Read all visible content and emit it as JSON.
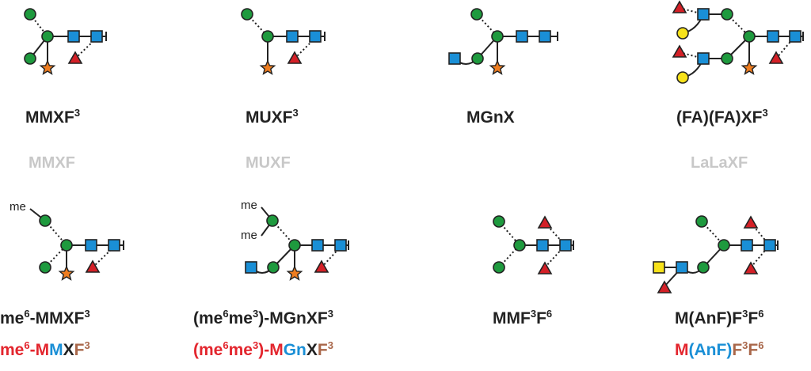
{
  "colors": {
    "mannose": "#1e9a3e",
    "glcnac": "#1a8fd6",
    "fucose": "#d42027",
    "xylose": "#ef7d1f",
    "galactose": "#f7e21a",
    "label_dark": "#222222",
    "label_light": "#c8c8c8",
    "seg_red": "#e3262e",
    "seg_blue": "#1a8fd6",
    "seg_dark": "#222222",
    "seg_brown": "#a9674a"
  },
  "glycans": [
    {
      "name": "MMXF",
      "sup": "3",
      "legacy": "MMXF"
    },
    {
      "name": "MUXF",
      "sup": "3",
      "legacy": "MUXF"
    },
    {
      "name": "MGnX"
    },
    {
      "name": "(FA)(FA)XF",
      "sup": "3",
      "legacy": "LaLaXF"
    },
    {
      "pre": "me",
      "pre_sup": "6",
      "name": "-MMXF",
      "sup": "3"
    },
    {
      "pre": "(me",
      "pre_sup": "6",
      "pre2": "me",
      "pre2_sup": "3",
      "name": ")-MGnXF",
      "sup": "3"
    },
    {
      "name": "MMF",
      "sup": "3",
      "name2": "F",
      "sup2": "6"
    },
    {
      "name": "M(AnF)F",
      "sup": "3",
      "name2": "F",
      "sup2": "6"
    }
  ],
  "colored_labels": [
    {
      "a": "me",
      "a_sup": "6",
      "b": "-M",
      "c": "M",
      "d": "X",
      "e": "F",
      "e_sup": "3"
    },
    {
      "a": "(me",
      "a_sup": "6",
      "a2": "me",
      "a2_sup": "3",
      "b": ")-M",
      "c": "Gn",
      "d": "X",
      "e": "F",
      "e_sup": "3"
    },
    {
      "a": "M",
      "c": "(AnF)",
      "e": "F",
      "e_sup": "3",
      "e2": "F",
      "e2_sup": "6"
    }
  ],
  "methyl_label": "me"
}
